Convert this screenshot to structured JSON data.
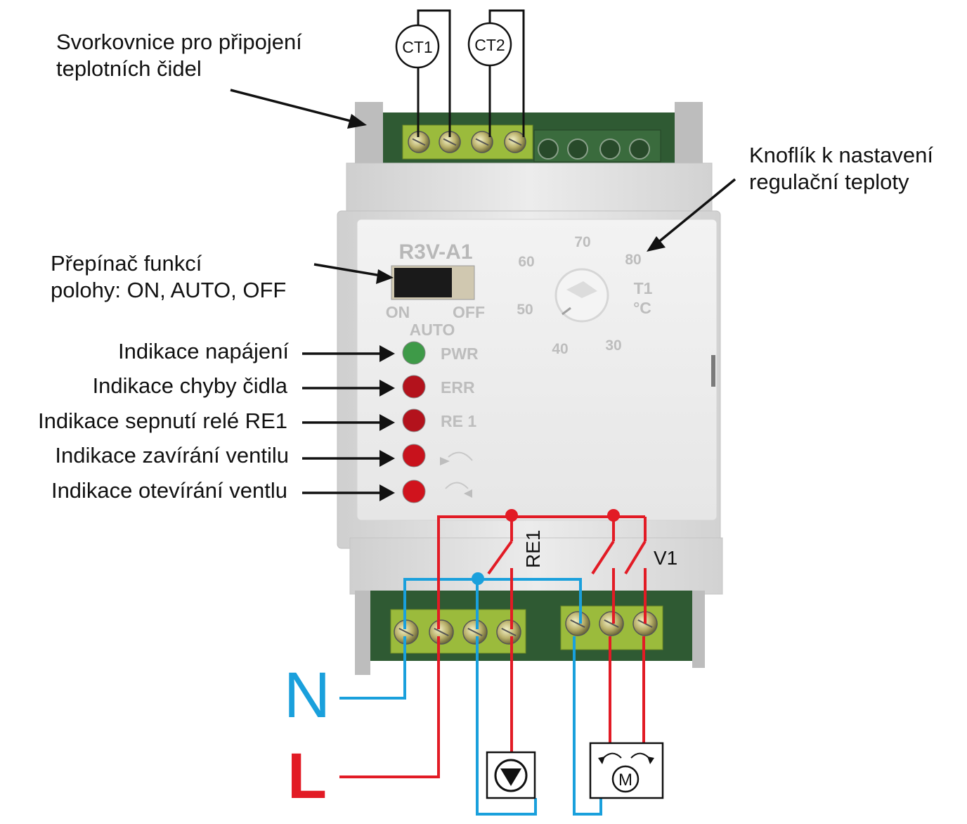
{
  "annotations": {
    "terminal_block": [
      "Svorkovnice pro připojení",
      "teplotních čidel"
    ],
    "knob": [
      "Knoflík k nastavení",
      "regulační teploty"
    ],
    "switch": [
      "Přepínač funkcí",
      "polohy: ON, AUTO, OFF"
    ],
    "indicators": [
      "Indikace napájení",
      "Indikace chyby čidla",
      "Indikace sepnutí relé RE1",
      "Indikace zavírání ventilu",
      "Indikace otevírání ventlu"
    ]
  },
  "sensors": [
    "CT1",
    "CT2"
  ],
  "device": {
    "model": "R3V-A1",
    "switch_positions": {
      "left": "ON",
      "middle": "AUTO",
      "right": "OFF"
    },
    "leds": [
      {
        "label": "PWR",
        "color": "#3e9a48"
      },
      {
        "label": "ERR",
        "color": "#b3121c"
      },
      {
        "label": "RE 1",
        "color": "#b3121c"
      },
      {
        "label": "",
        "color": "#c8121c"
      },
      {
        "label": "",
        "color": "#d0131d"
      }
    ],
    "dial_scale": [
      "30",
      "40",
      "50",
      "60",
      "70",
      "80"
    ],
    "dial_label": "T1",
    "dial_unit": "°C"
  },
  "wiring": {
    "relay_label": "RE1",
    "valve_label": "V1",
    "neutral": "N",
    "line": "L",
    "motor": "M"
  },
  "colors": {
    "neutral_wire": "#1aa0dc",
    "line_wire": "#e21b25",
    "terminal_green": "#9bbb3c",
    "pcb_green": "#2f5a33"
  }
}
